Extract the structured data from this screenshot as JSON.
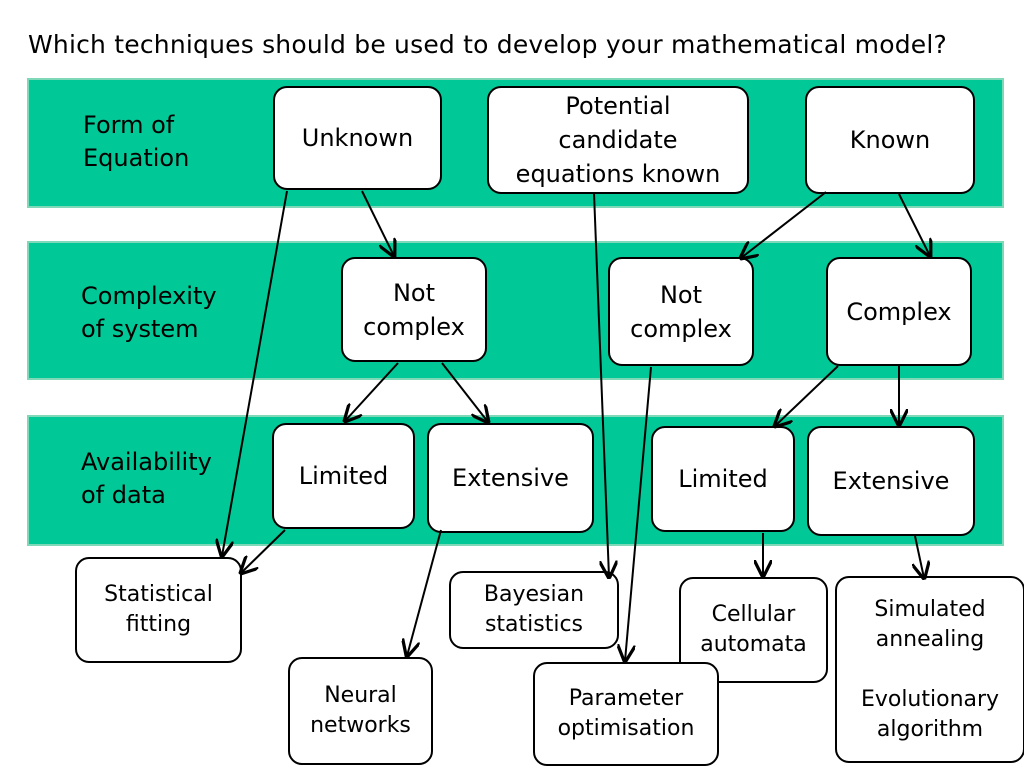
{
  "title": "Which techniques should be used to develop your mathematical model?",
  "rows": {
    "form": "Form of\nEquation",
    "complexity": "Complexity\nof system",
    "availability": "Availability\nof data"
  },
  "boxes": {
    "unknown": "Unknown",
    "potential": "Potential\ncandidate\nequations known",
    "known": "Known",
    "not_complex_1": "Not\ncomplex",
    "not_complex_2": "Not\ncomplex",
    "complex": "Complex",
    "limited_1": "Limited",
    "extensive_1": "Extensive",
    "limited_2": "Limited",
    "extensive_2": "Extensive",
    "statistical_fitting": "Statistical\nfitting",
    "bayesian_statistics": "Bayesian\nstatistics",
    "cellular_automata": "Cellular\nautomata",
    "simulated_annealing": "Simulated\nannealing\n\nEvolutionary\nalgorithm",
    "neural_networks": "Neural\nnetworks",
    "parameter_optimisation": "Parameter\noptimisation"
  },
  "colors": {
    "band": "#00c896",
    "box_fill": "#ffffff",
    "stroke": "#000000"
  }
}
